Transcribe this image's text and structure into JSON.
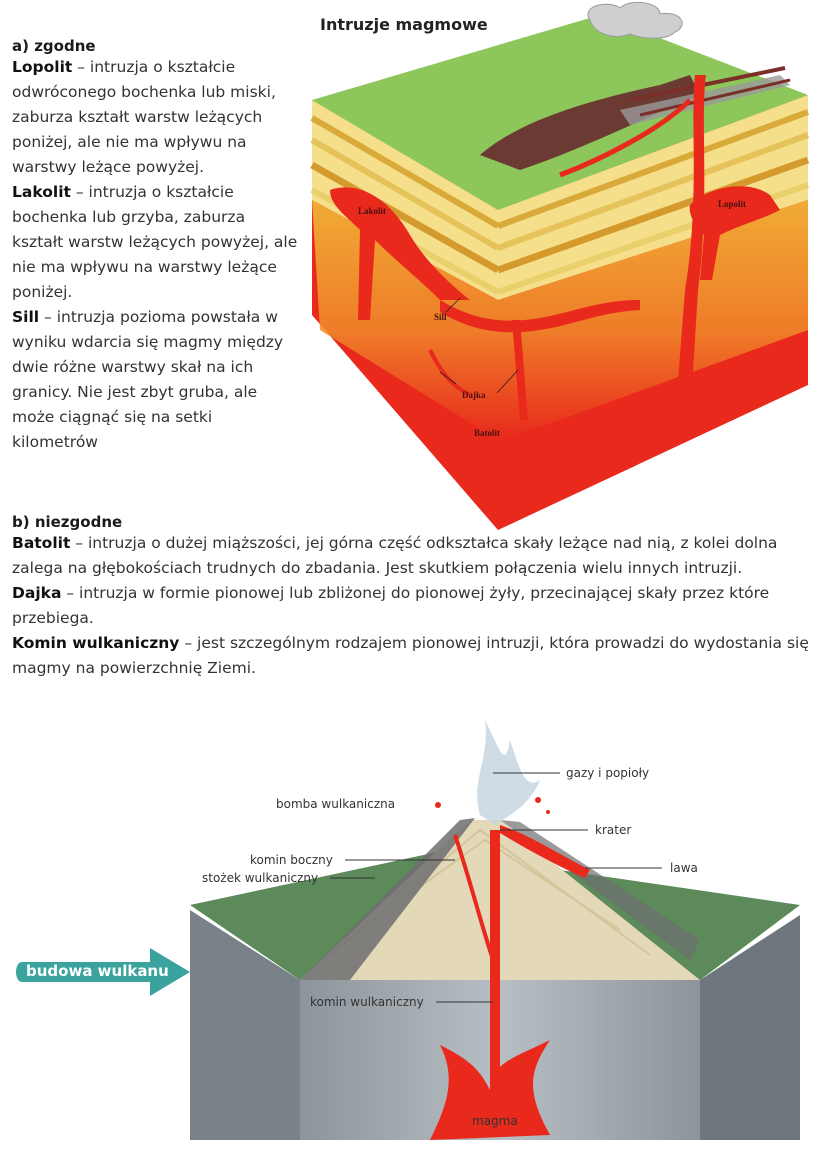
{
  "title": "Intruzje magmowe",
  "section_a": {
    "heading": "a)   zgodne",
    "items": [
      {
        "term": "Lopolit",
        "text": " – intruzja o kształcie odwróconego bochenka lub miski, zaburza kształt warstw leżących poniżej, ale nie ma wpływu na warstwy leżące powyżej."
      },
      {
        "term": "Lakolit",
        "text": " – intruzja o kształcie bochenka lub grzyba, zaburza kształt warstw leżących powyżej, ale nie ma wpływu na warstwy leżące poniżej."
      },
      {
        "term": "Sill",
        "text": " – intruzja pozioma powstała w wyniku wdarcia się magmy między dwie różne warstwy skał na ich granicy. Nie jest zbyt gruba, ale może ciągnąć się na setki kilometrów"
      }
    ]
  },
  "section_b": {
    "heading": "b) niezgodne",
    "items": [
      {
        "term": "Batolit",
        "text": " – intruzja o dużej miąższości, jej górna część odkształca skały leżące nad nią, z kolei dolna zalega na głębokościach trudnych do zbadania. Jest skutkiem połączenia wielu innych intruzji."
      },
      {
        "term": "Dajka",
        "text": " – intruzja w formie pionowej lub zbliżonej do pionowej żyły, przecinającej skały przez które przebiega."
      },
      {
        "term": "Komin wulkaniczny",
        "text": " – jest szczególnym rodzajem pionowej intruzji, która prowadzi do wydostania się magmy na powierzchnię Ziemi."
      }
    ]
  },
  "intrusion_labels": {
    "lakolit": "Lakolit",
    "lopolit": "Lopolit",
    "sill": "Sill",
    "dajka": "Dajka",
    "batolit": "Batolit"
  },
  "volcano_labels": {
    "gases": "gazy i popioły",
    "bomb": "bomba wulkaniczna",
    "crater": "krater",
    "side_vent": "komin boczny",
    "lava": "lawa",
    "cone": "stożek wulkaniczny",
    "main_vent": "komin wulkaniczny",
    "magma": "magma"
  },
  "arrow_label": "budowa wulkanu",
  "colors": {
    "magma": "#e8291c",
    "surface": "#8dc65a",
    "arrow": "#3aa39e"
  }
}
